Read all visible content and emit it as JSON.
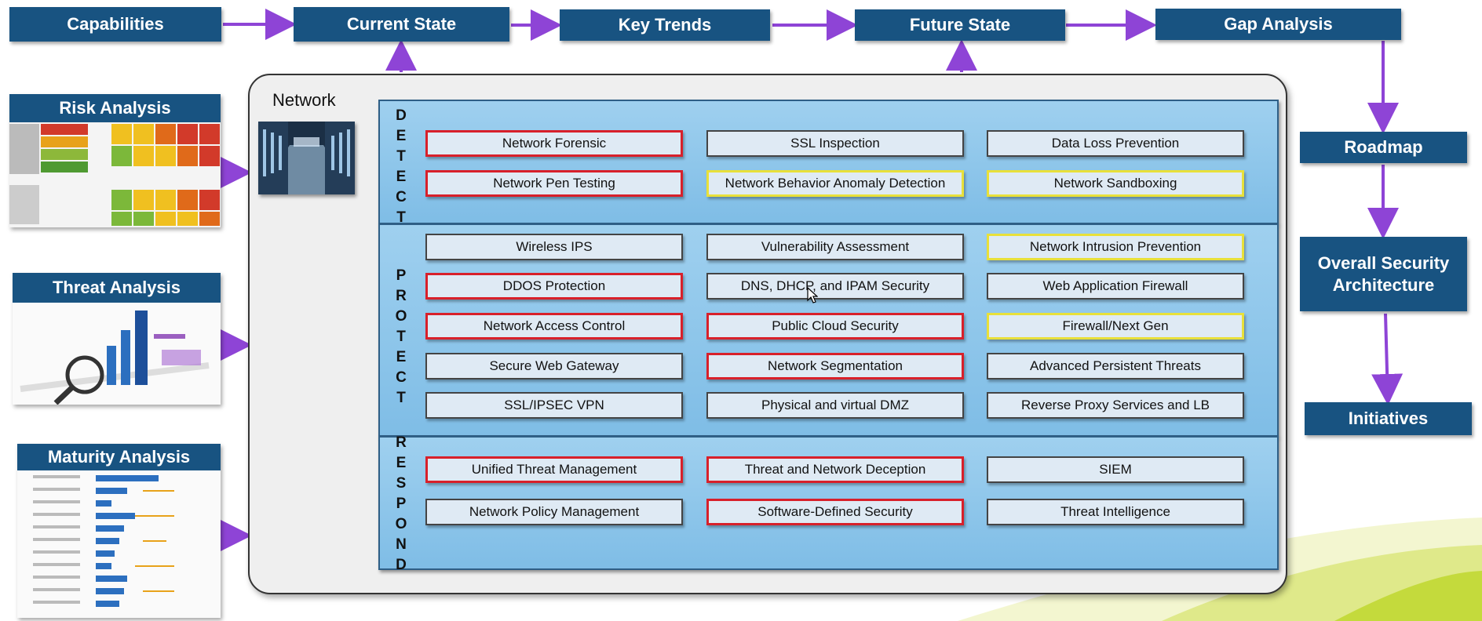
{
  "flow": {
    "capabilities": "Capabilities",
    "current_state": "Current State",
    "key_trends": "Key Trends",
    "future_state": "Future State",
    "gap_analysis": "Gap Analysis",
    "roadmap": "Roadmap",
    "overall_security_architecture": "Overall Security Architecture",
    "initiatives": "Initiatives"
  },
  "analyses": {
    "risk": "Risk Analysis",
    "threat": "Threat Analysis",
    "maturity": "Maturity Analysis"
  },
  "network": {
    "title": "Network",
    "sections": [
      {
        "label": "DETECT",
        "rows": [
          [
            {
              "text": "Network Forensic",
              "status": "red"
            },
            {
              "text": "SSL Inspection",
              "status": "none"
            },
            {
              "text": "Data Loss Prevention",
              "status": "none"
            }
          ],
          [
            {
              "text": "Network Pen Testing",
              "status": "red"
            },
            {
              "text": "Network Behavior Anomaly Detection",
              "status": "yellow"
            },
            {
              "text": "Network Sandboxing",
              "status": "yellow"
            }
          ]
        ]
      },
      {
        "label": "PROTECT",
        "rows": [
          [
            {
              "text": "Wireless IPS",
              "status": "none"
            },
            {
              "text": "Vulnerability Assessment",
              "status": "none"
            },
            {
              "text": "Network Intrusion Prevention",
              "status": "yellow"
            }
          ],
          [
            {
              "text": "DDOS Protection",
              "status": "red"
            },
            {
              "text": "DNS, DHCP, and IPAM Security",
              "status": "none"
            },
            {
              "text": "Web Application Firewall",
              "status": "none"
            }
          ],
          [
            {
              "text": "Network Access Control",
              "status": "red"
            },
            {
              "text": "Public Cloud Security",
              "status": "red"
            },
            {
              "text": "Firewall/Next Gen",
              "status": "yellow"
            }
          ],
          [
            {
              "text": "Secure Web Gateway",
              "status": "none"
            },
            {
              "text": "Network Segmentation",
              "status": "red"
            },
            {
              "text": "Advanced Persistent Threats",
              "status": "none"
            }
          ],
          [
            {
              "text": "SSL/IPSEC VPN",
              "status": "none"
            },
            {
              "text": "Physical and virtual DMZ",
              "status": "none"
            },
            {
              "text": "Reverse Proxy Services and LB",
              "status": "none"
            }
          ]
        ]
      },
      {
        "label": "RESPOND",
        "rows": [
          [
            {
              "text": "Unified Threat Management",
              "status": "red"
            },
            {
              "text": "Threat and Network Deception",
              "status": "red"
            },
            {
              "text": "SIEM",
              "status": "none"
            }
          ],
          [
            {
              "text": "Network Policy Management",
              "status": "none"
            },
            {
              "text": "Software-Defined Security",
              "status": "red"
            },
            {
              "text": "Threat Intelligence",
              "status": "none"
            }
          ]
        ]
      }
    ]
  },
  "colors": {
    "header_blue": "#185381",
    "arrow_purple": "#8e44d6",
    "red_highlight": "#d8202a",
    "yellow_highlight": "#e8e03a",
    "section_blue": "#8cc6ea"
  },
  "icons": {
    "network_thumbnail": "data-center-image",
    "cursor": "mouse-pointer-icon"
  }
}
